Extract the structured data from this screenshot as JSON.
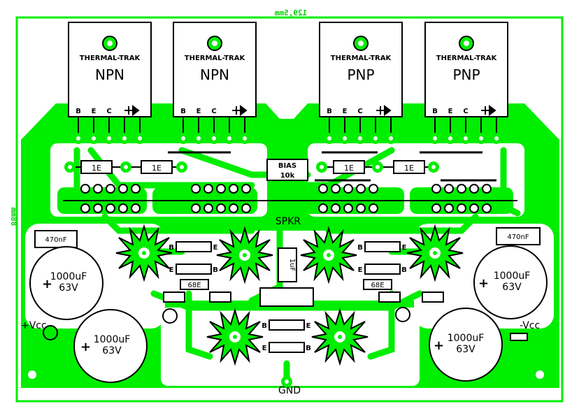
{
  "board": {
    "width_label": "129,5mm",
    "height_label": "88mm",
    "colors": {
      "copper": "#00ee00",
      "silk": "#000000",
      "board": "#ffffff"
    }
  },
  "transistors": [
    {
      "brand": "THERMAL-TRAK",
      "type": "NPN",
      "pins": [
        "B",
        "E",
        "C"
      ]
    },
    {
      "brand": "THERMAL-TRAK",
      "type": "NPN",
      "pins": [
        "B",
        "E",
        "C"
      ]
    },
    {
      "brand": "THERMAL-TRAK",
      "type": "PNP",
      "pins": [
        "B",
        "E",
        "C"
      ]
    },
    {
      "brand": "THERMAL-TRAK",
      "type": "PNP",
      "pins": [
        "B",
        "E",
        "C"
      ]
    }
  ],
  "resistors": {
    "emitter": [
      "1E",
      "1E",
      "1E",
      "1E"
    ],
    "base": [
      "68E",
      "68E"
    ]
  },
  "bias": {
    "name": "BIAS",
    "value": "10k"
  },
  "capacitors": {
    "small": [
      "470nF",
      "470nF"
    ],
    "film": "1uF",
    "electrolytic": [
      {
        "value": "1000uF",
        "voltage": "63V"
      },
      {
        "value": "1000uF",
        "voltage": "63V"
      },
      {
        "value": "1000uF",
        "voltage": "63V"
      },
      {
        "value": "1000uF",
        "voltage": "63V"
      }
    ],
    "plus": "+"
  },
  "driver_pins": {
    "b": "B",
    "e": "E"
  },
  "connections": {
    "spkr": "SPKR",
    "gnd": "GND",
    "vcc_pos": "+Vcc",
    "vcc_neg": "-Vcc"
  }
}
